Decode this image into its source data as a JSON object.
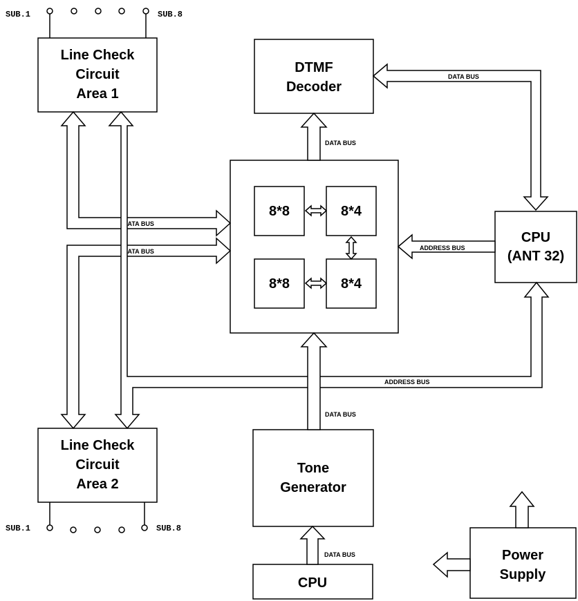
{
  "blocks": {
    "line_check_1": [
      "Line Check",
      "Circuit",
      "Area 1"
    ],
    "line_check_2": [
      "Line Check",
      "Circuit",
      "Area 2"
    ],
    "dtmf": [
      "DTMF",
      "Decoder"
    ],
    "cpu_main": [
      "CPU",
      "(ANT 32)"
    ],
    "tone": [
      "Tone",
      "Generator"
    ],
    "cpu_small": [
      "CPU"
    ],
    "power": [
      "Power",
      "Supply"
    ]
  },
  "switch_matrix": {
    "top_left": "8*8",
    "top_right": "8*4",
    "bottom_left": "8*8",
    "bottom_right": "8*4"
  },
  "bus_labels": {
    "dtmf_cpu": "DATA BUS",
    "matrix_dtmf": "DATA BUS",
    "lc1_matrix": "DATA BUS",
    "lc2_matrix": "DATA BUS",
    "cpu_matrix": "ADDRESS BUS",
    "lines_cpu": "ADDRESS BUS",
    "tone_matrix": "DATA BUS",
    "cpu_tone": "DATA BUS"
  },
  "subscriber_labels": {
    "top_first": "SUB.1",
    "top_last": "SUB.8",
    "bottom_first": "SUB.1",
    "bottom_last": "SUB.8"
  }
}
